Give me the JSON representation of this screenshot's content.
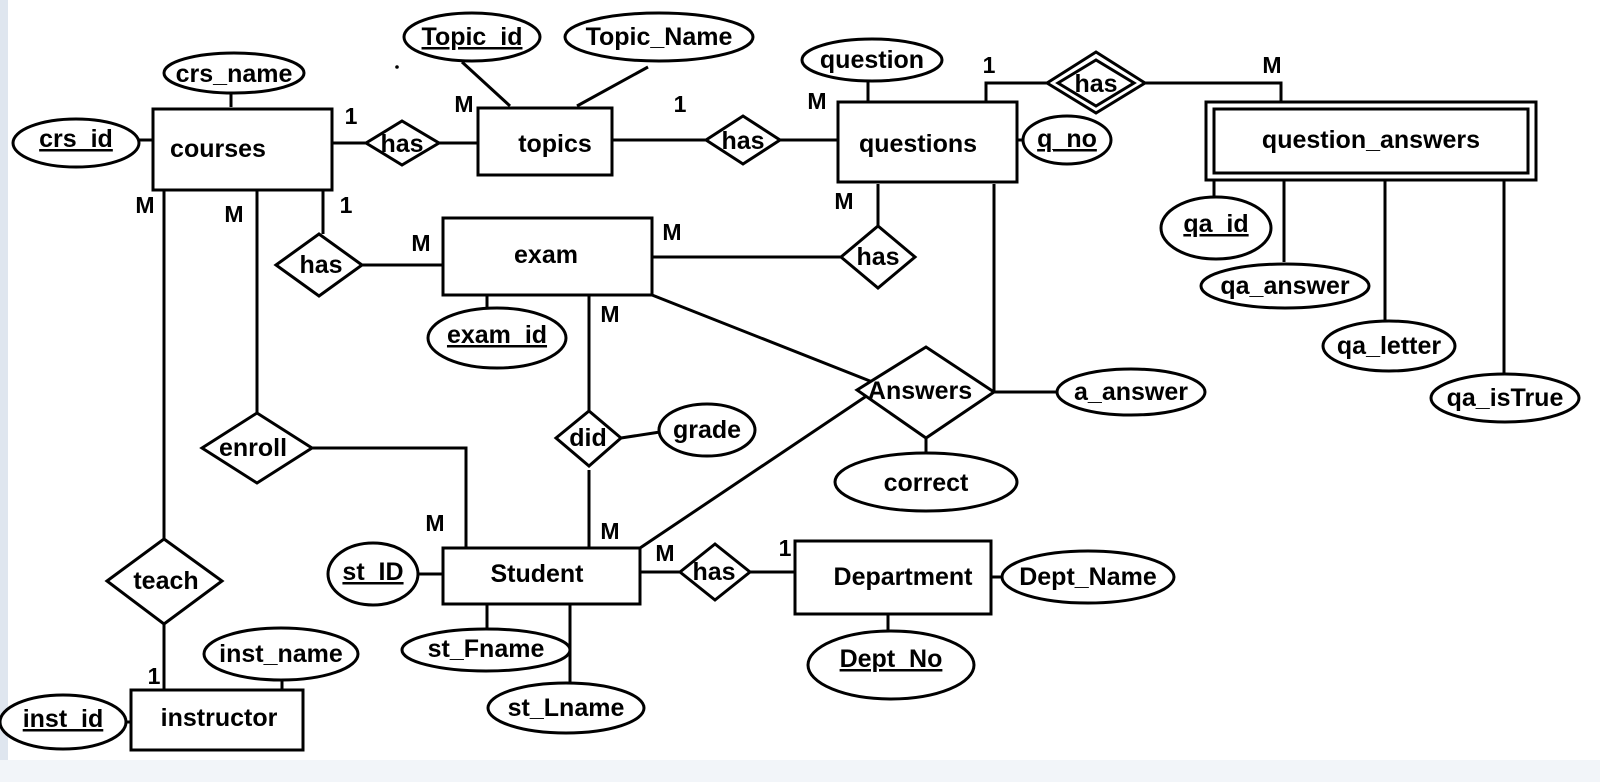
{
  "entities": {
    "courses": "courses",
    "topics": "topics",
    "questions": "questions",
    "question_answers": "question_answers",
    "exam": "exam",
    "student": "Student",
    "department": "Department",
    "instructor": "instructor"
  },
  "relationships": {
    "courses_topics": "has",
    "topics_questions": "has",
    "questions_qa": "has",
    "courses_exam": "has",
    "exam_questions": "has",
    "enroll": "enroll",
    "did": "did",
    "answers": "Answers",
    "student_department": "has",
    "teach": "teach"
  },
  "attributes": {
    "crs_name": "crs_name",
    "crs_id": "crs_id",
    "topic_id": "Topic_id",
    "topic_name": "Topic_Name",
    "question": "question",
    "q_no": "q_no",
    "qa_id": "qa_id",
    "qa_answer": "qa_answer",
    "qa_letter": "qa_letter",
    "qa_istrue": "qa_isTrue",
    "exam_id": "exam_id",
    "grade": "grade",
    "a_answer": "a_answer",
    "correct": "correct",
    "st_id": "st_ID",
    "st_fname": "st_Fname",
    "st_lname": "st_Lname",
    "dept_name": "Dept_Name",
    "dept_no": "Dept_No",
    "inst_name": "inst_name",
    "inst_id": "inst_id"
  },
  "cardinalities": {
    "courses_has_topics_courses": "1",
    "courses_has_topics_topics": "M",
    "topics_has_questions_topics": "1",
    "topics_has_questions_questions": "M",
    "questions_has_qa_questions": "1",
    "questions_has_qa_qa": "M",
    "courses_teach": "M",
    "courses_enroll": "M",
    "courses_has_exam_courses": "1",
    "courses_has_exam_exam": "M",
    "exam_has_questions_exam": "M",
    "exam_has_questions_questions": "M",
    "exam_did": "M",
    "student_did": "M",
    "student_enroll": "M",
    "student_has_dept_student": "M",
    "student_has_dept_dept": "1",
    "instructor_teach": "1"
  }
}
